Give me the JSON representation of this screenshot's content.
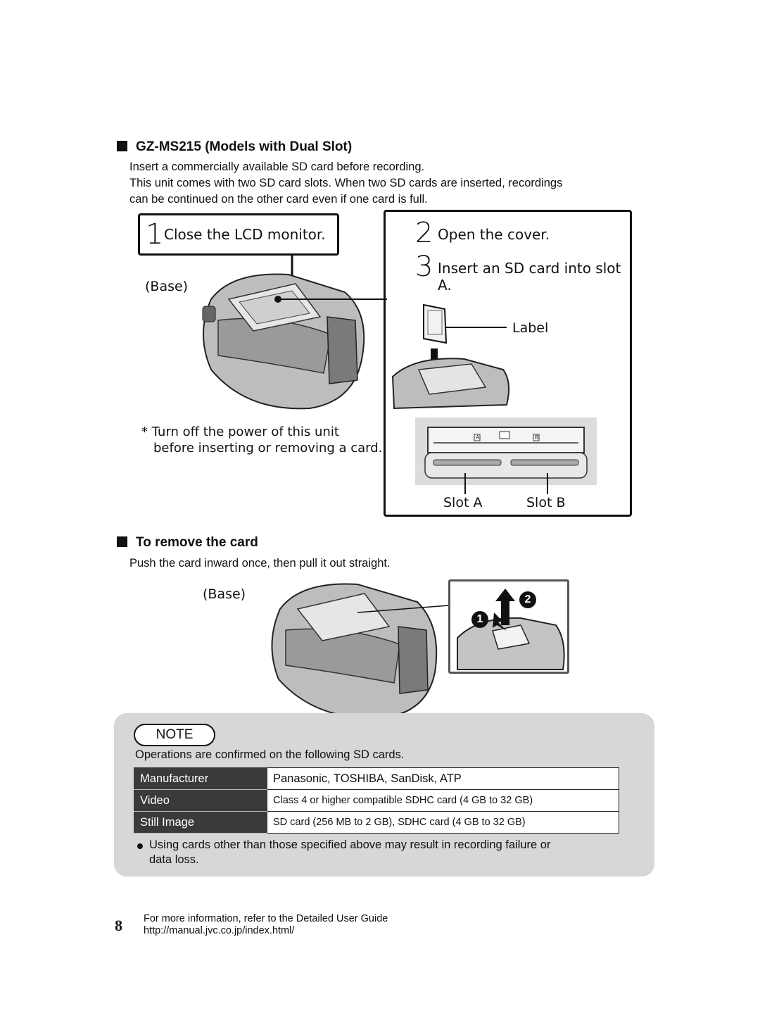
{
  "section_dual": {
    "heading": "GZ-MS215 (Models with Dual Slot)",
    "intro_line1": "Insert a commercially available SD card before recording.",
    "intro_line2": "This unit comes with two SD card slots. When two SD cards are inserted, recordings",
    "intro_line3": "can be continued on the other card even if one card is full."
  },
  "step1": {
    "number": "1",
    "text": "Close the LCD monitor."
  },
  "step2": {
    "number": "2",
    "text": "Open the cover."
  },
  "step3": {
    "number": "3",
    "text": "Insert an SD card into slot A."
  },
  "labels": {
    "base": "(Base)",
    "label": "Label",
    "slot_a": "Slot A",
    "slot_b": "Slot B",
    "slot_a_mark": "A",
    "slot_b_mark": "B",
    "base2": "(Base)",
    "circle1": "1",
    "circle2": "2"
  },
  "caution": {
    "line1": "* Turn off the power of this unit",
    "line2": "before inserting or removing a card."
  },
  "section_remove": {
    "heading": "To remove the card",
    "instruction": "Push the card inward once, then pull it out straight."
  },
  "note": {
    "title": "NOTE",
    "intro": "Operations are confirmed on the following SD cards.",
    "table": [
      {
        "header": "Manufacturer",
        "value": "Panasonic, TOSHIBA, SanDisk, ATP"
      },
      {
        "header": "Video",
        "value": "Class 4 or higher compatible SDHC card (4 GB to 32 GB)"
      },
      {
        "header": "Still Image",
        "value": "SD card (256 MB to 2 GB), SDHC card (4 GB to 32 GB)"
      }
    ],
    "bullet_line1": "Using cards other than those specified above may result in recording failure or",
    "bullet_line2": "data loss."
  },
  "footer": {
    "page_number": "8",
    "line1": "For more information, refer to the Detailed User Guide",
    "line2": "http://manual.jvc.co.jp/index.html/"
  }
}
